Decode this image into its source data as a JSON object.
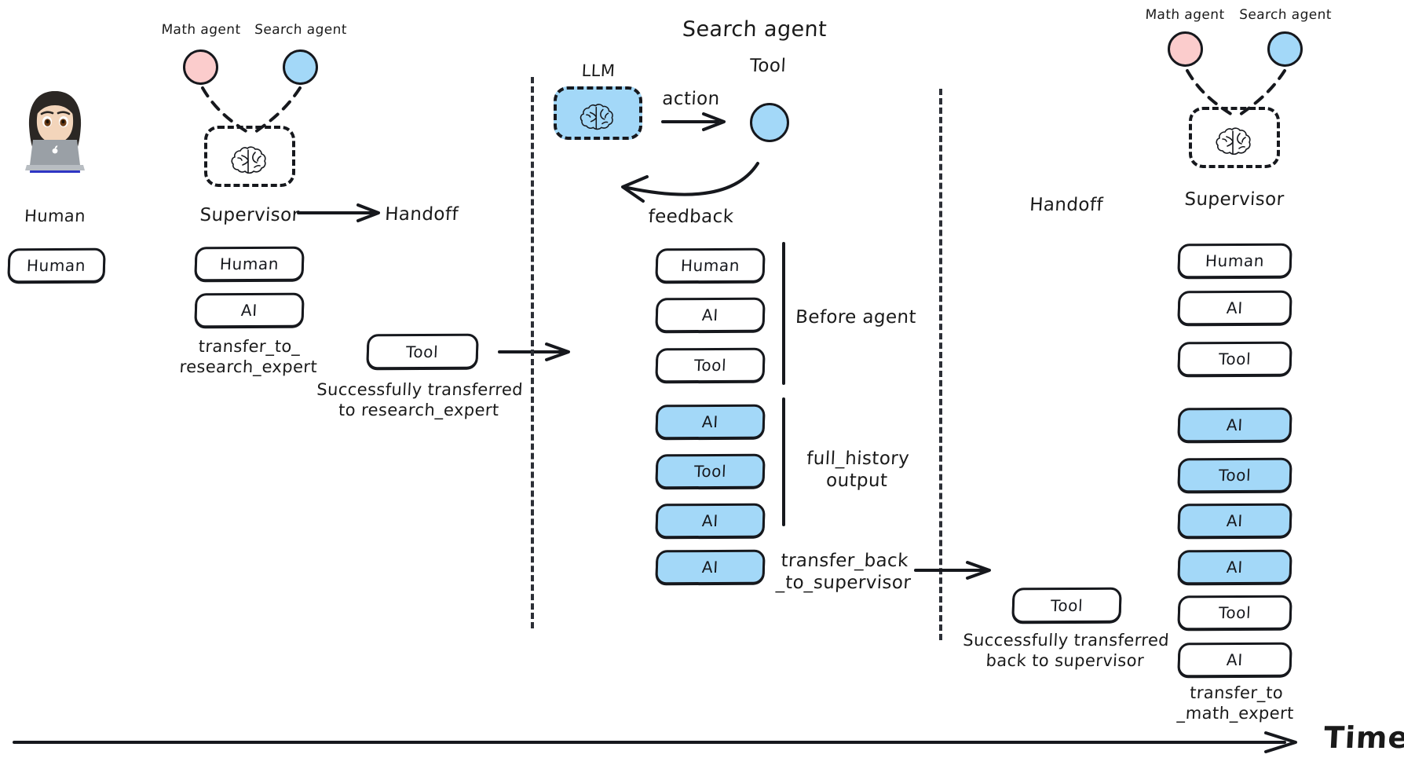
{
  "diagram": {
    "title_center": "Search agent",
    "time_axis_label": "Time"
  },
  "left_panel": {
    "human_label": "Human",
    "human_icon": "woman-with-laptop-emoji",
    "human_chip": "Human"
  },
  "supervisor_left": {
    "math_agent_label": "Math agent",
    "search_agent_label": "Search agent",
    "supervisor_label": "Supervisor",
    "brain_icon": "brain-icon",
    "handoff_label": "Handoff",
    "messages": [
      {
        "role": "Human",
        "highlight": false
      },
      {
        "role": "AI",
        "highlight": false
      }
    ],
    "annotation": "transfer_to_\nresearch_expert"
  },
  "handoff_left": {
    "tool_chip": "Tool",
    "caption": "Successfully transferred\nto research_expert"
  },
  "search_agent_panel": {
    "heading": "Search agent",
    "llm_label": "LLM",
    "tool_label": "Tool",
    "action_label": "action",
    "feedback_label": "feedback",
    "brain_icon": "brain-icon",
    "messages": [
      {
        "role": "Human",
        "highlight": false
      },
      {
        "role": "AI",
        "highlight": false
      },
      {
        "role": "Tool",
        "highlight": false
      },
      {
        "role": "AI",
        "highlight": true
      },
      {
        "role": "Tool",
        "highlight": true
      },
      {
        "role": "AI",
        "highlight": true
      },
      {
        "role": "AI",
        "highlight": true
      }
    ],
    "brace_before": "Before agent",
    "brace_full_history": "full_history\noutput",
    "transfer_back_label": "transfer_back\n_to_supervisor"
  },
  "handoff_right": {
    "handoff_label": "Handoff",
    "tool_chip": "Tool",
    "caption": "Successfully transferred\nback to supervisor"
  },
  "supervisor_right": {
    "math_agent_label": "Math agent",
    "search_agent_label": "Search agent",
    "supervisor_label": "Supervisor",
    "brain_icon": "brain-icon",
    "messages": [
      {
        "role": "Human",
        "highlight": false
      },
      {
        "role": "AI",
        "highlight": false
      },
      {
        "role": "Tool",
        "highlight": false
      },
      {
        "role": "AI",
        "highlight": true
      },
      {
        "role": "Tool",
        "highlight": true
      },
      {
        "role": "AI",
        "highlight": true
      },
      {
        "role": "AI",
        "highlight": true
      },
      {
        "role": "Tool",
        "highlight": false
      },
      {
        "role": "AI",
        "highlight": false
      }
    ],
    "annotation": "transfer_to\n_math_expert"
  },
  "colors": {
    "ink": "#16181d",
    "highlight_blue": "#a3d8f8",
    "agent_pink": "#fbcccc",
    "agent_blue": "#a3d8f8",
    "background": "#ffffff"
  }
}
